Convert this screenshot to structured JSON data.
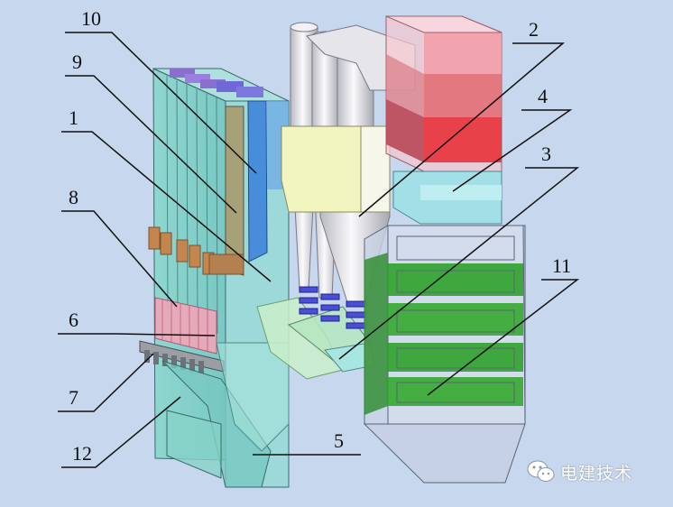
{
  "diagram": {
    "callouts": [
      {
        "id": "c10",
        "label": "10"
      },
      {
        "id": "c9",
        "label": "9"
      },
      {
        "id": "c1",
        "label": "1"
      },
      {
        "id": "c8",
        "label": "8"
      },
      {
        "id": "c6",
        "label": "6"
      },
      {
        "id": "c7",
        "label": "7"
      },
      {
        "id": "c12",
        "label": "12"
      },
      {
        "id": "c2",
        "label": "2"
      },
      {
        "id": "c4",
        "label": "4"
      },
      {
        "id": "c3",
        "label": "3"
      },
      {
        "id": "c11",
        "label": "11"
      },
      {
        "id": "c5",
        "label": "5"
      }
    ]
  },
  "watermark": {
    "text": "电建技术",
    "icon": "wechat-icon"
  },
  "colors": {
    "background": "#c6d7ee",
    "furnace": "#7fd3c8",
    "cyclone": "#e8e8ec",
    "economizer_red": "#e8323a",
    "air_heater_green": "#2ea12a",
    "cyan_duct": "#9fe0e6",
    "blue_panel": "#3a7fd8",
    "olive_panel": "#a79a6e"
  }
}
